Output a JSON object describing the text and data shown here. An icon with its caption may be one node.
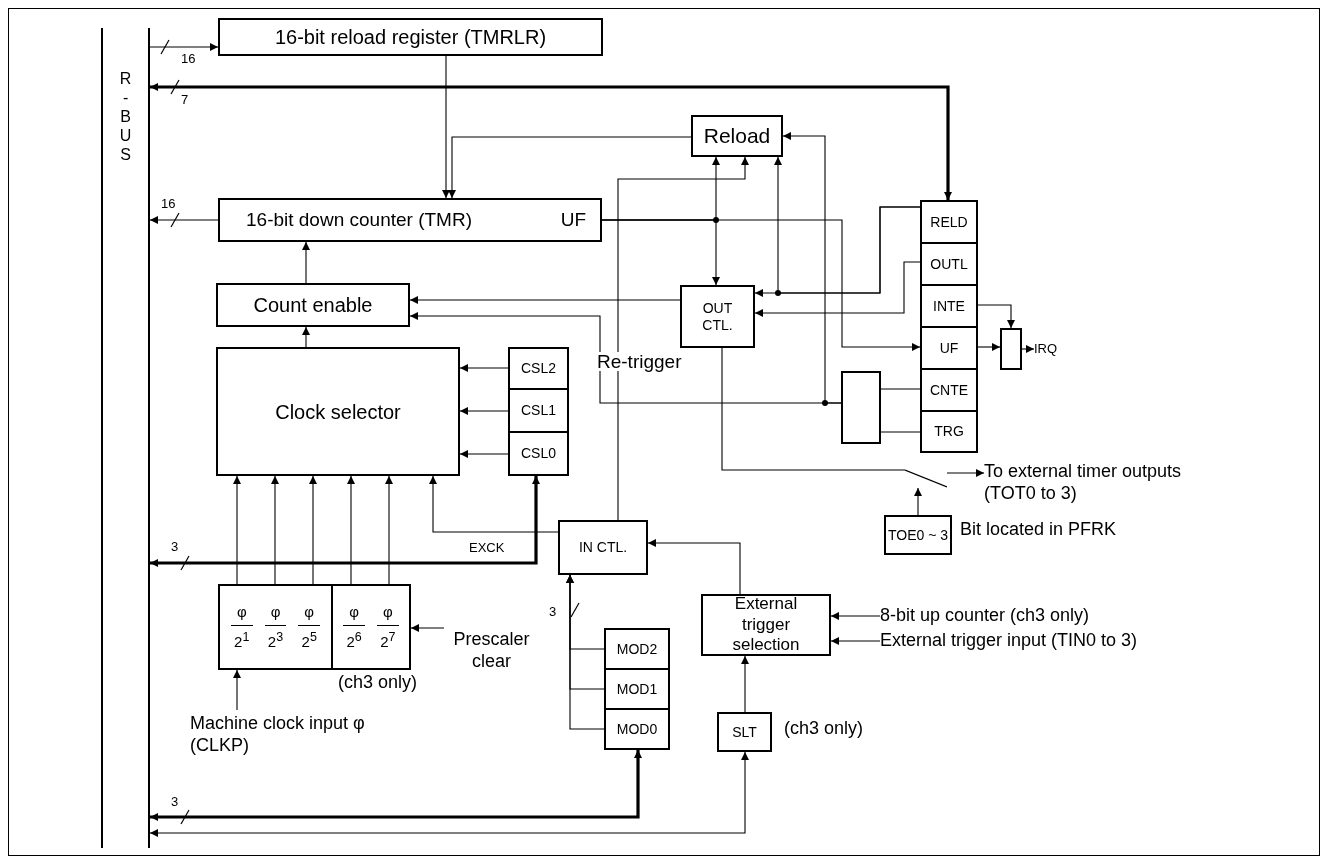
{
  "diagram": {
    "nodes": [
      {
        "text": [
          "R-BUS"
        ]
      },
      {
        "text": [
          "16-bit reload register (TMRLR)"
        ]
      },
      {
        "text": [
          "Reload"
        ]
      },
      {
        "text": [
          "16-bit down counter (TMR)",
          "UF"
        ]
      },
      {
        "text": [
          "Count enable"
        ]
      },
      {
        "text": [
          "Clock selector"
        ]
      },
      {
        "text": [
          "CSL2"
        ]
      },
      {
        "text": [
          "CSL1"
        ]
      },
      {
        "text": [
          "CSL0"
        ]
      },
      {
        "text": [
          "OUT CTL."
        ]
      },
      {
        "text": [
          "RELD"
        ]
      },
      {
        "text": [
          "OUTL"
        ]
      },
      {
        "text": [
          "INTE"
        ]
      },
      {
        "text": [
          "UF"
        ]
      },
      {
        "text": [
          "CNTE"
        ]
      },
      {
        "text": [
          "TRG"
        ]
      },
      {
        "text": [],
        "shape": "box"
      },
      {
        "text": [],
        "shape": "box"
      },
      {
        "text": [
          "IRQ"
        ]
      },
      {
        "text": [
          "φ",
          "2$^{1}$",
          "φ",
          "2$^{3}$",
          "φ",
          "2$^{5}$"
        ]
      },
      {
        "text": [
          "φ",
          "2$^{6}$",
          "φ",
          "2$^{7}$"
        ],
        "beside": [
          "(ch3 only)"
        ]
      },
      {
        "text": [
          "Machine clock input φ (CLKP)"
        ]
      },
      {
        "text": [
          "Prescaler clear"
        ]
      },
      {
        "text": [
          "IN CTL."
        ]
      },
      {
        "text": [
          "MOD2"
        ]
      },
      {
        "text": [
          "MOD1"
        ]
      },
      {
        "text": [
          "MOD0"
        ]
      },
      {
        "text": [
          "External trigger selection"
        ]
      },
      {
        "text": [
          "SLT"
        ],
        "beside": [
          "(ch3 only)"
        ]
      },
      {
        "text": [
          "8-bit up counter (ch3 only)"
        ]
      },
      {
        "text": [
          "External trigger input (TIN0 to 3)"
        ]
      },
      {
        "text": [],
        "shape": "switch"
      },
      {
        "text": [
          "To external timer outputs (TOT0 to 3)"
        ]
      },
      {
        "text": [
          "TOE0 ~ 3"
        ],
        "beside": [
          "Bit located in PFRK"
        ]
      }
    ],
    "edges": [
      {
        "from": 0,
        "to": 1,
        "arrow": "to",
        "label": "16"
      },
      {
        "from": 0,
        "to": 10,
        "arrow": "both",
        "label": "7",
        "style": "thick"
      },
      {
        "from": 1,
        "to": 3,
        "arrow": "to"
      },
      {
        "from": 2,
        "to": 3,
        "arrow": "to"
      },
      {
        "from": 3,
        "to": 0,
        "arrow": "to",
        "label": "16"
      },
      {
        "from": 4,
        "to": 3,
        "arrow": "to"
      },
      {
        "from": 5,
        "to": 4,
        "arrow": "to"
      },
      {
        "from": 6,
        "to": 5,
        "arrow": "to"
      },
      {
        "from": 7,
        "to": 5,
        "arrow": "to"
      },
      {
        "from": 8,
        "to": 5,
        "arrow": "to"
      },
      {
        "from": 3,
        "to": 13,
        "arrow": "to"
      },
      {
        "from": 3,
        "to": 2,
        "arrow": "to"
      },
      {
        "from": 3,
        "to": 9,
        "arrow": "to"
      },
      {
        "from": 10,
        "to": 9,
        "arrow": "to"
      },
      {
        "from": 10,
        "to": 2,
        "arrow": "to"
      },
      {
        "from": 11,
        "to": 9,
        "arrow": "to"
      },
      {
        "from": 9,
        "to": 4,
        "arrow": "to"
      },
      {
        "from": 16,
        "to": 4,
        "arrow": "to"
      },
      {
        "from": 16,
        "to": 2,
        "arrow": "to"
      },
      {
        "from": 14,
        "to": 16,
        "arrow": "none"
      },
      {
        "from": 15,
        "to": 16,
        "arrow": "none"
      },
      {
        "from": 12,
        "to": 17,
        "arrow": "to"
      },
      {
        "from": 13,
        "to": 17,
        "arrow": "to"
      },
      {
        "from": 17,
        "to": 18,
        "arrow": "to"
      },
      {
        "from": 23,
        "to": 5,
        "arrow": "to",
        "label": "EXCK"
      },
      {
        "from": 23,
        "to": 2,
        "arrow": "to",
        "label": "Re-trigger"
      },
      {
        "from": 0,
        "to": 8,
        "arrow": "both",
        "label": "3",
        "style": "thick"
      },
      {
        "from": 19,
        "to": 5,
        "arrow": "to"
      },
      {
        "from": 19,
        "to": 5,
        "arrow": "to"
      },
      {
        "from": 19,
        "to": 5,
        "arrow": "to"
      },
      {
        "from": 20,
        "to": 5,
        "arrow": "to"
      },
      {
        "from": 20,
        "to": 5,
        "arrow": "to"
      },
      {
        "from": 21,
        "to": 19,
        "arrow": "to"
      },
      {
        "from": 22,
        "to": 20,
        "arrow": "to"
      },
      {
        "from": 24,
        "to": 23,
        "arrow": "to",
        "label": "3"
      },
      {
        "from": 25,
        "to": 23,
        "arrow": "to"
      },
      {
        "from": 26,
        "to": 23,
        "arrow": "to"
      },
      {
        "from": 0,
        "to": 26,
        "arrow": "both",
        "label": "3",
        "style": "thick"
      },
      {
        "from": 0,
        "to": 28,
        "arrow": "both"
      },
      {
        "from": 27,
        "to": 23,
        "arrow": "to"
      },
      {
        "from": 28,
        "to": 27,
        "arrow": "to"
      },
      {
        "from": 29,
        "to": 27,
        "arrow": "to"
      },
      {
        "from": 30,
        "to": 27,
        "arrow": "to"
      },
      {
        "from": 9,
        "to": 31,
        "arrow": "none"
      },
      {
        "from": 33,
        "to": 31,
        "arrow": "to"
      },
      {
        "from": 31,
        "to": 32,
        "arrow": "to"
      }
    ]
  }
}
